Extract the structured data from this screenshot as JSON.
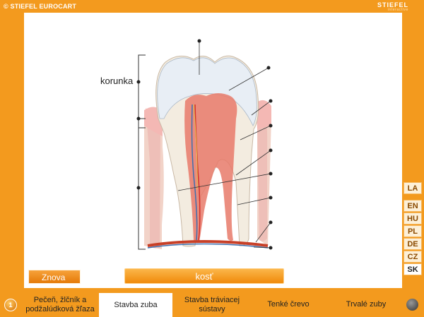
{
  "header": {
    "copyright": "© STIEFEL EUROCART",
    "brand_name": "STIEFEL",
    "brand_sub": "interactive"
  },
  "diagram": {
    "label_korunka": "korunka"
  },
  "languages": [
    "LA",
    "EN",
    "HU",
    "PL",
    "DE",
    "CZ",
    "SK"
  ],
  "active_language": "SK",
  "controls": {
    "retry_label": "Znova",
    "answer_text": "kosť"
  },
  "nav": {
    "home_icon": "home-icon",
    "tabs": [
      {
        "label": "Pečeň, žlčník a podžalúdková žľaza"
      },
      {
        "label": "Stavba zuba"
      },
      {
        "label": "Stavba tráviacej sústavy"
      },
      {
        "label": "Tenké črevo"
      },
      {
        "label": "Trvalé zuby"
      }
    ],
    "active_tab": "Stavba zuba"
  },
  "colors": {
    "accent": "#f39a1e",
    "answer_bar": "#f08a0a",
    "pulp": "#e87a6a",
    "enamel": "#e8eef5",
    "gum": "#f2c6c2"
  }
}
